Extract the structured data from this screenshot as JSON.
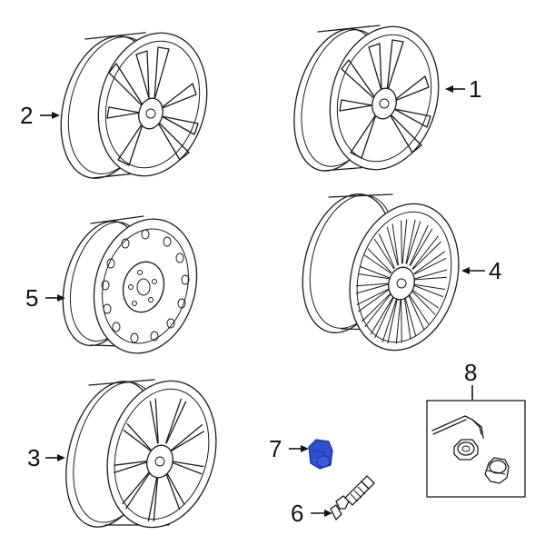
{
  "parts": [
    {
      "id": "wheel-1",
      "callout": "1",
      "kind": "wheel",
      "style": "split-spoke alloy"
    },
    {
      "id": "wheel-2",
      "callout": "2",
      "kind": "wheel",
      "style": "split-spoke alloy"
    },
    {
      "id": "wheel-3",
      "callout": "3",
      "kind": "wheel",
      "style": "multi-spoke alloy"
    },
    {
      "id": "wheel-4",
      "callout": "4",
      "kind": "wheel",
      "style": "fine multi-spoke alloy"
    },
    {
      "id": "wheel-5",
      "callout": "5",
      "kind": "wheel",
      "style": "steel spare"
    },
    {
      "id": "valve-stem",
      "callout": "6",
      "kind": "valve stem"
    },
    {
      "id": "lug-nut",
      "callout": "7",
      "kind": "lug nut",
      "highlighted": true
    },
    {
      "id": "lock-kit",
      "callout": "8",
      "kind": "wheel lock kit"
    }
  ],
  "colors": {
    "line": "#1a1a1a",
    "highlight": "#2f4fd0",
    "highlight_dark": "#1a2f9a",
    "background": "#ffffff"
  }
}
